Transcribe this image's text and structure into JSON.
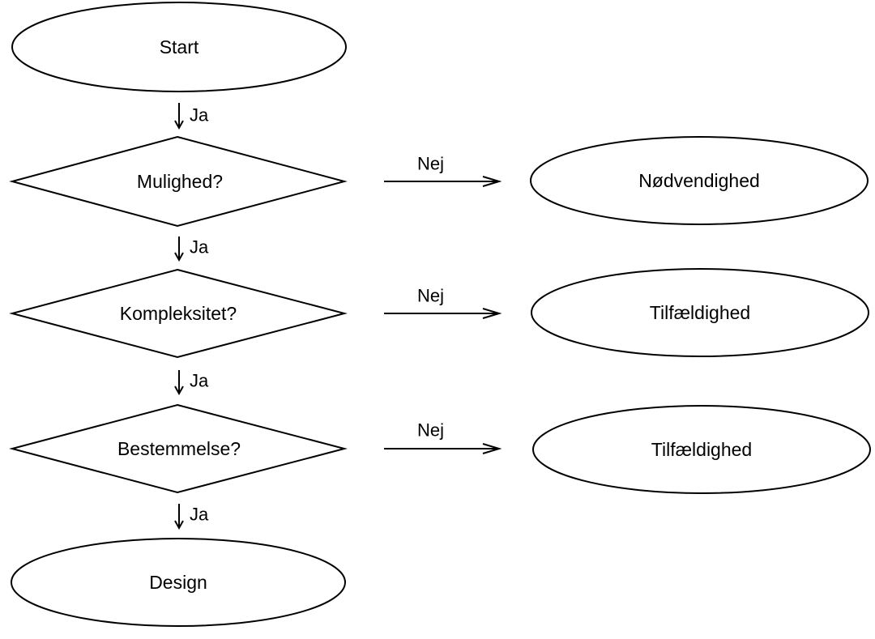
{
  "nodes": {
    "start": "Start",
    "mulighed": "Mulighed?",
    "kompleksitet": "Kompleksitet?",
    "bestemmelse": "Bestemmelse?",
    "design": "Design",
    "noedvendighed": "Nødvendighed",
    "tilfaeldighed_1": "Tilfældighed",
    "tilfaeldighed_2": "Tilfældighed"
  },
  "edges": {
    "start_to_mulighed": "Ja",
    "mulighed_to_kompleksitet": "Ja",
    "kompleksitet_to_bestemmelse": "Ja",
    "bestemmelse_to_design": "Ja",
    "mulighed_to_noedvendighed": "Nej",
    "kompleksitet_to_tilfaeldighed": "Nej",
    "bestemmelse_to_tilfaeldighed": "Nej"
  },
  "colors": {
    "stroke": "#000000",
    "background": "#ffffff"
  }
}
